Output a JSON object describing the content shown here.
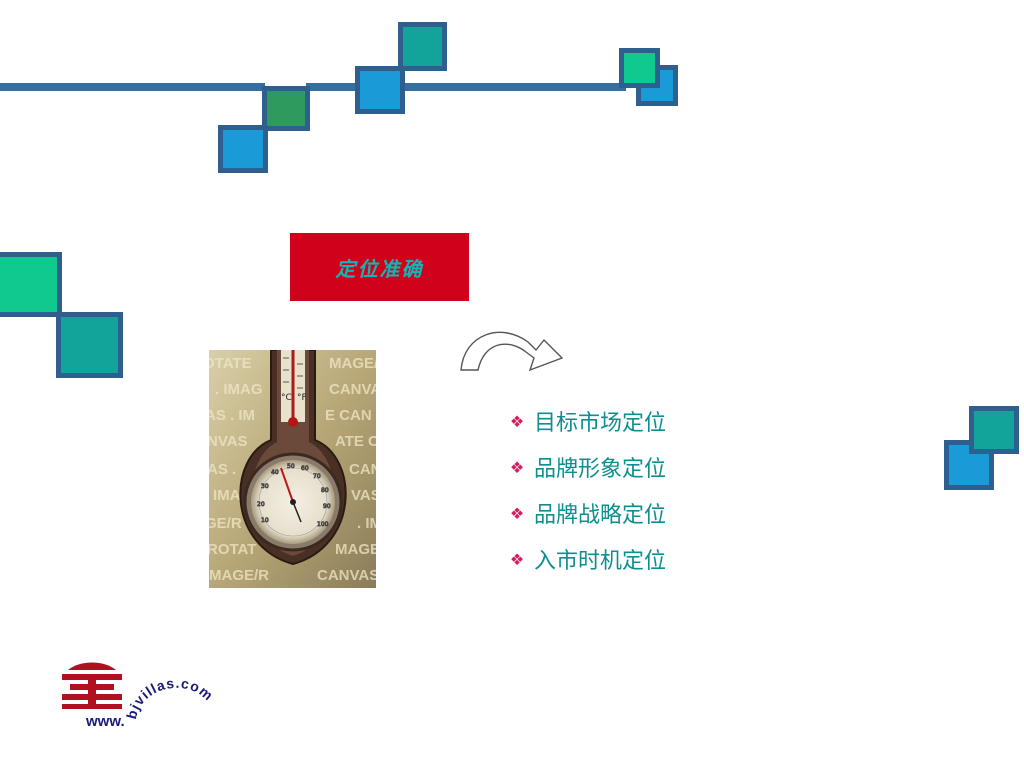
{
  "slide": {
    "title": "定位准确",
    "bullet_glyph": "❖",
    "bullets": [
      "目标市场定位",
      "品牌形象定位",
      "品牌战略定位",
      "入市时机定位"
    ]
  },
  "thermometer": {
    "icon": "thermometer-image",
    "background_words": [
      "IMAGE",
      "CANVAS",
      "ROTATE"
    ],
    "unit_left": "°C",
    "unit_right": "°F"
  },
  "logo": {
    "prefix": "www.",
    "domain": "bjvillas.com"
  },
  "colors": {
    "rail": "#356ea1",
    "square_border": "#2f5f8f",
    "teal": "#12a39a",
    "green": "#2e9a5e",
    "blue": "#1a9ad6",
    "mint": "#10c98f",
    "title_bg": "#d0021b",
    "bullet_text": "#0d8f8f",
    "bullet_glyph": "#d81b60",
    "logo_red": "#b01020",
    "logo_blue": "#1a1a7a"
  }
}
